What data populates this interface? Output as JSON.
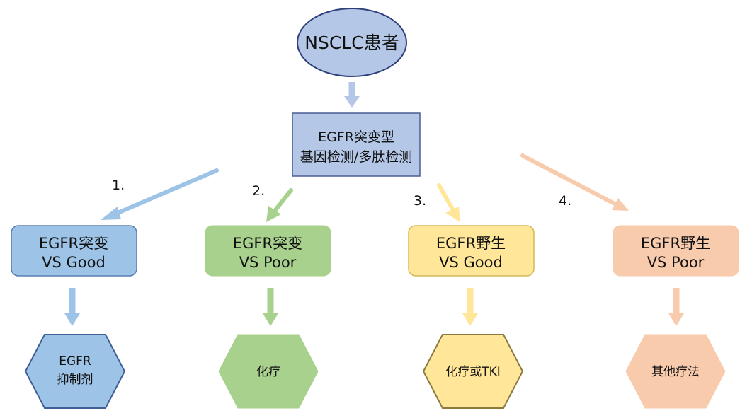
{
  "start": {
    "label": "NSCLC患者"
  },
  "test": {
    "line1": "EGFR突变型",
    "line2": "基因检测/多肽检测"
  },
  "branches": [
    {
      "number": "1.",
      "category_line1": "EGFR突变",
      "category_line2": "VS Good",
      "treatment_line1": "EGFR",
      "treatment_line2": "抑制剂",
      "color": "#9dc3e6"
    },
    {
      "number": "2.",
      "category_line1": "EGFR突变",
      "category_line2": "VS Poor",
      "treatment_line1": "化疗",
      "treatment_line2": "",
      "color": "#a9d18e"
    },
    {
      "number": "3.",
      "category_line1": "EGFR野生",
      "category_line2": "VS Good",
      "treatment_line1": "化疗或TKI",
      "treatment_line2": "",
      "color": "#ffe699"
    },
    {
      "number": "4.",
      "category_line1": "EGFR野生",
      "category_line2": "VS Poor",
      "treatment_line1": "其他疗法",
      "treatment_line2": "",
      "color": "#f8cbad"
    }
  ],
  "colors": {
    "start_fill": "#b4c7e7",
    "start_stroke": "#2f3f7a",
    "test_fill": "#b4c7e7",
    "test_stroke": "#4a5f93"
  }
}
